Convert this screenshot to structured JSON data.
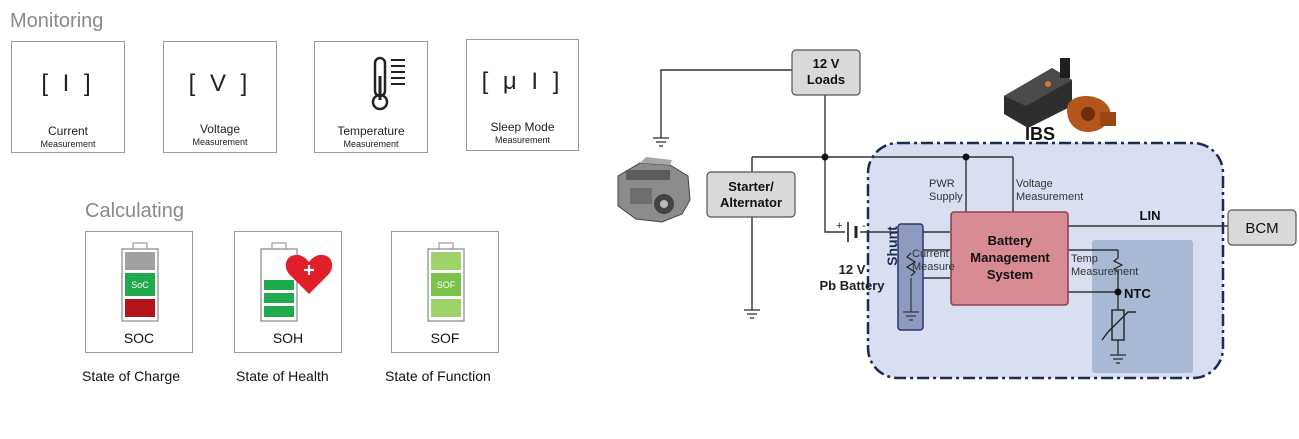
{
  "monitoring": {
    "title": "Monitoring",
    "cards": [
      {
        "symbol": "[ I ]",
        "label": "Current",
        "sublabel": "Measurement"
      },
      {
        "symbol": "[ V ]",
        "label": "Voltage",
        "sublabel": "Measurement"
      },
      {
        "symbol": "",
        "icon": "thermometer-icon",
        "label": "Temperature",
        "sublabel": "Measurement"
      },
      {
        "symbol": "[ μ I ]",
        "label": "Sleep Mode",
        "sublabel": "Measurement"
      }
    ]
  },
  "calculating": {
    "title": "Calculating",
    "cards": [
      {
        "abbr": "SOC",
        "battery_text": "SoC",
        "label": "State of Charge",
        "icon": "battery-charge-icon"
      },
      {
        "abbr": "SOH",
        "label": "State of Health",
        "icon": "battery-health-icon"
      },
      {
        "abbr": "SOF",
        "battery_text": "SOF",
        "label": "State of Function",
        "icon": "battery-function-icon"
      }
    ]
  },
  "diagram": {
    "loads": [
      "12 V",
      "Loads"
    ],
    "starter": [
      "Starter/",
      "Alternator"
    ],
    "battery": [
      "12 V",
      "Pb Battery"
    ],
    "ibs": "IBS",
    "shunt": "Shunt",
    "bms": [
      "Battery",
      "Management",
      "System"
    ],
    "bcm": "BCM",
    "lin": "LIN",
    "pwr_supply": [
      "PWR",
      "Supply"
    ],
    "voltage_measurement": [
      "Voltage",
      "Measurement"
    ],
    "current_measure": [
      "Current",
      "Measure"
    ],
    "temp_measurement": [
      "Temp",
      "Measurement"
    ],
    "ntc": "NTC",
    "plus": "+",
    "minus": "-",
    "colors": {
      "ibs_panel": "#d9def0",
      "ibs_border": "#1d2a55",
      "bms_fill": "#d98b94",
      "bms_border": "#8a4550",
      "shunt_fill": "#8f9ac0",
      "ntc_panel": "#a9b9d3",
      "node_box": "#d9d9d9"
    }
  }
}
